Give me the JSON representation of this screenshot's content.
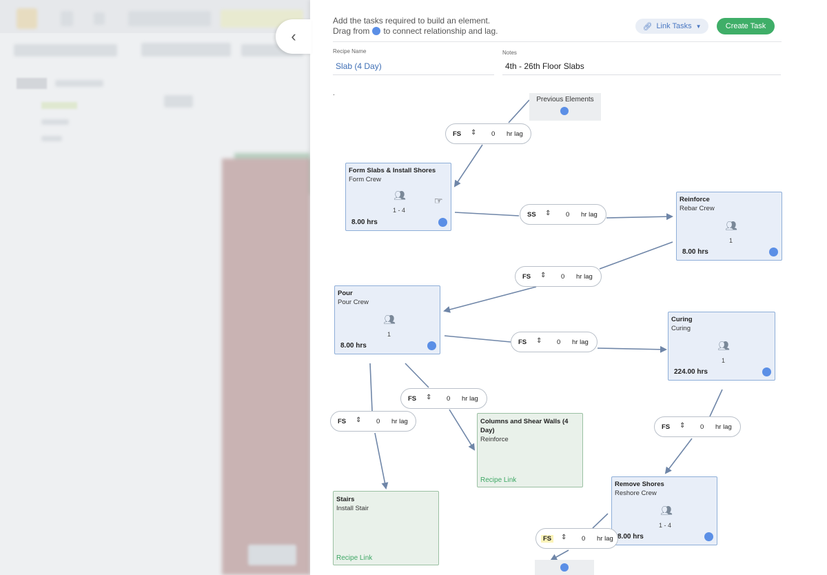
{
  "header": {
    "intro_line1": "Add the tasks required to build an element.",
    "intro_line2_pre": "Drag from",
    "intro_line2_post": "to connect relationship and lag.",
    "link_tasks_label": "Link Tasks",
    "create_task_label": "Create Task",
    "collapse_icon": "chevron-left-icon"
  },
  "form": {
    "recipe_name_label": "Recipe Name",
    "recipe_name_value": "Slab (4 Day)",
    "notes_label": "Notes",
    "notes_value": "4th - 26th Floor Slabs",
    "stray_mark": "."
  },
  "previous_elements": {
    "label": "Previous Elements"
  },
  "tasks": [
    {
      "id": "form-slabs",
      "title": "Form Slabs & Install Shores",
      "crew": "Form Crew",
      "count": "1 - 4",
      "hours": "8.00 hrs"
    },
    {
      "id": "reinforce",
      "title": "Reinforce",
      "crew": "Rebar Crew",
      "count": "1",
      "hours": "8.00 hrs"
    },
    {
      "id": "pour",
      "title": "Pour",
      "crew": "Pour Crew",
      "count": "1",
      "hours": "8.00 hrs"
    },
    {
      "id": "curing",
      "title": "Curing",
      "crew": "Curing",
      "count": "1",
      "hours": "224.00 hrs"
    },
    {
      "id": "remove-shores",
      "title": "Remove Shores",
      "crew": "Reshore Crew",
      "count": "1 - 4",
      "hours": "8.00 hrs"
    }
  ],
  "recipe_tasks": [
    {
      "id": "columns",
      "title": "Columns and Shear Walls (4 Day)",
      "crew": "Reinforce",
      "link": "Recipe Link"
    },
    {
      "id": "stairs",
      "title": "Stairs",
      "crew": "Install Stair",
      "link": "Recipe Link"
    }
  ],
  "lags": [
    {
      "id": "lag-prev-form",
      "type": "FS",
      "value": "0",
      "unit": "hr lag"
    },
    {
      "id": "lag-form-reinforce",
      "type": "SS",
      "value": "0",
      "unit": "hr lag"
    },
    {
      "id": "lag-reinforce-pour",
      "type": "FS",
      "value": "0",
      "unit": "hr lag"
    },
    {
      "id": "lag-pour-curing",
      "type": "FS",
      "value": "0",
      "unit": "hr lag"
    },
    {
      "id": "lag-pour-columns",
      "type": "FS",
      "value": "0",
      "unit": "hr lag"
    },
    {
      "id": "lag-pour-stairs",
      "type": "FS",
      "value": "0",
      "unit": "hr lag"
    },
    {
      "id": "lag-curing-remove",
      "type": "FS",
      "value": "0",
      "unit": "hr lag"
    },
    {
      "id": "lag-remove-next",
      "type": "FS",
      "value": "0",
      "unit": "hr lag"
    }
  ],
  "colors": {
    "accent_blue": "#5b8fe6",
    "create_green": "#3fae68",
    "recipe_link_green": "#3fa866",
    "edge": "#6f86a8"
  }
}
